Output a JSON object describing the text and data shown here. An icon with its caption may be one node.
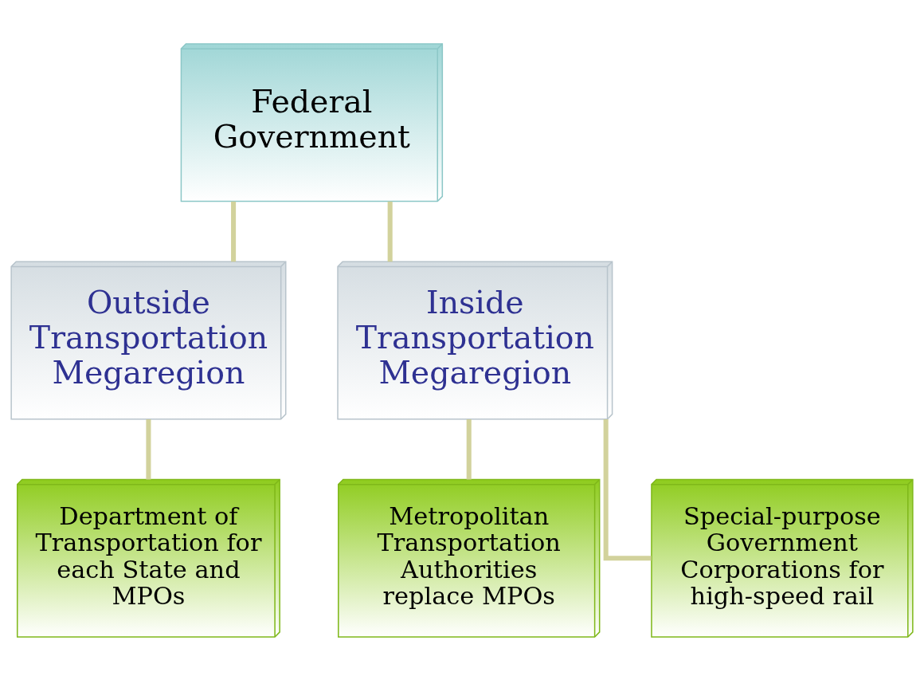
{
  "diagram": {
    "nodes": [
      {
        "text": [
          "Federal Government"
        ]
      },
      {
        "text": [
          "Outside Transportation Megaregion"
        ]
      },
      {
        "text": [
          "Inside Transportation Megaregion"
        ]
      },
      {
        "text": [
          "Department of Transportation for each State and MPOs"
        ]
      },
      {
        "text": [
          "Metropolitan Transportation Authorities replace MPOs"
        ]
      },
      {
        "text": [
          "Special-purpose Government Corporations for high-speed rail"
        ]
      }
    ],
    "edges": [
      {
        "from": 0,
        "to": 1,
        "arrow": "none"
      },
      {
        "from": 0,
        "to": 2,
        "arrow": "none"
      },
      {
        "from": 1,
        "to": 3,
        "arrow": "none"
      },
      {
        "from": 2,
        "to": 4,
        "arrow": "none"
      },
      {
        "from": 2,
        "to": 5,
        "arrow": "none"
      }
    ]
  }
}
